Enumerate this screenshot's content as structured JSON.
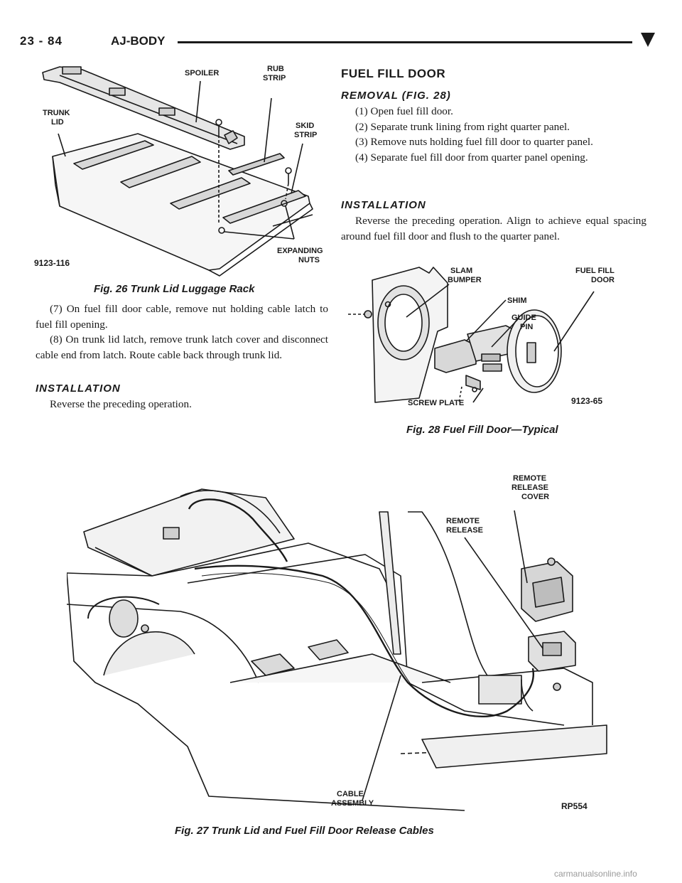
{
  "header": {
    "page_number": "23 - 84",
    "section": "AJ-BODY"
  },
  "fig26": {
    "caption": "Fig. 26 Trunk Lid Luggage Rack",
    "labels": {
      "spoiler": "SPOILER",
      "rub_strip_1": "RUB",
      "rub_strip_2": "STRIP",
      "trunk_lid_1": "TRUNK",
      "trunk_lid_2": "LID",
      "skid_strip_1": "SKID",
      "skid_strip_2": "STRIP",
      "expanding_nuts_1": "EXPANDING",
      "expanding_nuts_2": "NUTS"
    },
    "figure_id": "9123-116"
  },
  "left_text": {
    "step7": "(7) On fuel fill door cable, remove nut holding cable latch to fuel fill opening.",
    "step8": "(8) On trunk lid latch, remove trunk latch cover and disconnect cable end from latch. Route cable back through trunk lid.",
    "install_heading": "INSTALLATION",
    "install_text": "Reverse the preceding operation."
  },
  "right_text": {
    "main_heading": "FUEL FILL DOOR",
    "removal_heading": "REMOVAL (FIG. 28)",
    "steps": [
      "(1) Open fuel fill door.",
      "(2) Separate trunk lining from right quarter panel.",
      "(3) Remove nuts holding fuel fill door to quarter panel.",
      "(4) Separate fuel fill door from quarter panel opening."
    ],
    "install_heading": "INSTALLATION",
    "install_text": "Reverse the preceding operation. Align to achieve equal spacing around fuel fill door and flush to the quarter panel."
  },
  "fig28": {
    "caption": "Fig. 28 Fuel Fill Door—Typical",
    "labels": {
      "slam_bumper_1": "SLAM",
      "slam_bumper_2": "BUMPER",
      "shim": "SHIM",
      "guide_pin_1": "GUIDE",
      "guide_pin_2": "PIN",
      "fuel_fill_door_1": "FUEL FILL",
      "fuel_fill_door_2": "DOOR",
      "screw_plate": "SCREW PLATE"
    },
    "figure_id": "9123-65"
  },
  "fig27": {
    "caption": "Fig. 27 Trunk Lid and Fuel Fill Door Release Cables",
    "labels": {
      "remote_release_cover_1": "REMOTE",
      "remote_release_cover_2": "RELEASE",
      "remote_release_cover_3": "COVER",
      "remote_release_1": "REMOTE",
      "remote_release_2": "RELEASE",
      "cable_assembly_1": "CABLE",
      "cable_assembly_2": "ASSEMBLY"
    },
    "figure_id": "RP554"
  },
  "watermark": "carmanualsonline.info",
  "colors": {
    "ink": "#1a1a1a",
    "paper": "#ffffff"
  }
}
